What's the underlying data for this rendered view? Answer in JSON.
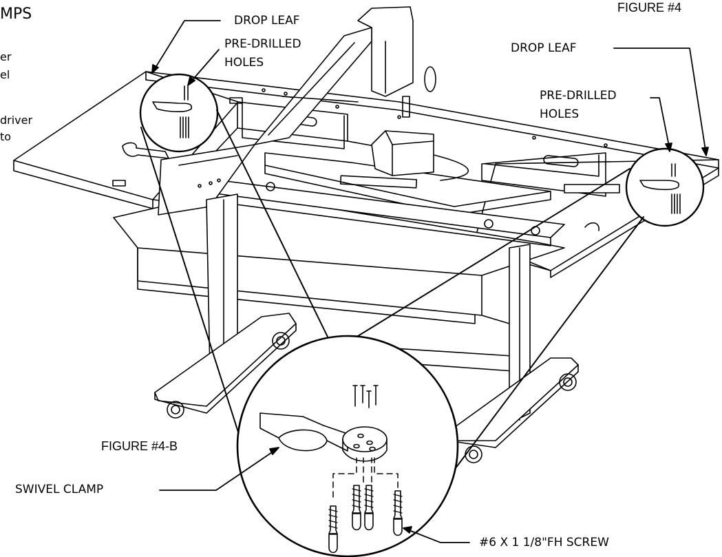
{
  "heading_fragment": "MPS",
  "side_text_fragments": [
    "er",
    "el",
    "driver",
    "to"
  ],
  "figure_labels": {
    "top_right": "FIGURE #4",
    "bottom": "FIGURE #4-B"
  },
  "callouts": {
    "drop_leaf_left": "DROP LEAF",
    "pre_drilled_left_line1": "PRE-DRILLED",
    "pre_drilled_left_line2": "HOLES",
    "drop_leaf_right": "DROP LEAF",
    "pre_drilled_right_line1": "PRE-DRILLED",
    "pre_drilled_right_line2": "HOLES",
    "swivel_clamp": "SWIVEL CLAMP",
    "screw": "#6 X 1 1/8\"FH SCREW"
  },
  "colors": {
    "line": "#000000",
    "background": "#ffffff"
  }
}
